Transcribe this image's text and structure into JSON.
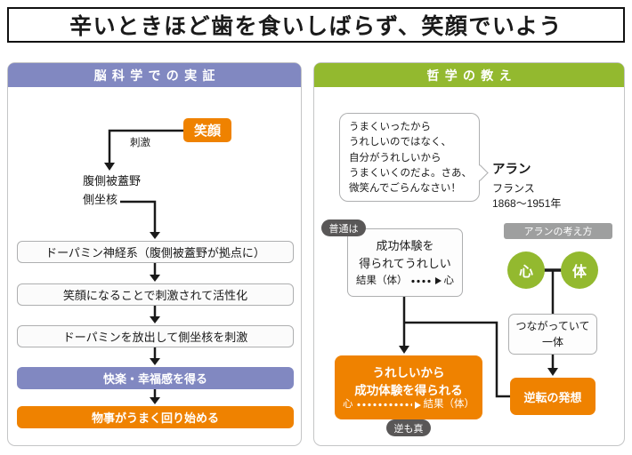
{
  "title": "辛いときほど歯を食いしばらず、笑顔でいよう",
  "colors": {
    "purple": "#8188c1",
    "green": "#93b92f",
    "orange": "#ef8200",
    "dark_gray": "#595757",
    "mid_gray": "#9e9f9f"
  },
  "left_panel": {
    "header": "脳科学での実証",
    "smile_box": "笑顔",
    "stimulus_label": "刺激",
    "brain_regions": {
      "line1": "腹側被蓋野",
      "line2": "側坐核"
    },
    "steps": [
      {
        "text": "ドーパミン神経系（腹側被蓋野が拠点に）",
        "variant": "plain"
      },
      {
        "text": "笑顔になることで刺激されて活性化",
        "variant": "plain"
      },
      {
        "text": "ドーパミンを放出して側坐核を刺激",
        "variant": "plain"
      },
      {
        "text": "快楽・幸福感を得る",
        "variant": "purple"
      },
      {
        "text": "物事がうまく回り始める",
        "variant": "orange"
      }
    ]
  },
  "right_panel": {
    "header": "哲学の教え",
    "quote": {
      "lines": [
        "うまくいったから",
        "うれしいのではなく、",
        "自分がうれしいから",
        "うまくいくのだよ。さあ、",
        "微笑んでごらんなさい！"
      ]
    },
    "philosopher": {
      "name": "アラン",
      "origin": "フランス",
      "years": "1868〜1951年"
    },
    "usually_label": "普通は",
    "usual_box": {
      "line1": "成功体験を",
      "line2": "得られてうれしい",
      "from_label": "結果（体）",
      "to_label": "心"
    },
    "alan_thinking_label": "アランの考え方",
    "mind_circle": "心",
    "body_circle": "体",
    "oneness_box": {
      "line1": "つながっていて",
      "line2": "一体"
    },
    "reversal_box": "逆転の発想",
    "reversed_box": {
      "line1": "うれしいから",
      "line2": "成功体験を得られる",
      "from_label": "心",
      "to_label": "結果（体）"
    },
    "converse_label": "逆も真"
  }
}
